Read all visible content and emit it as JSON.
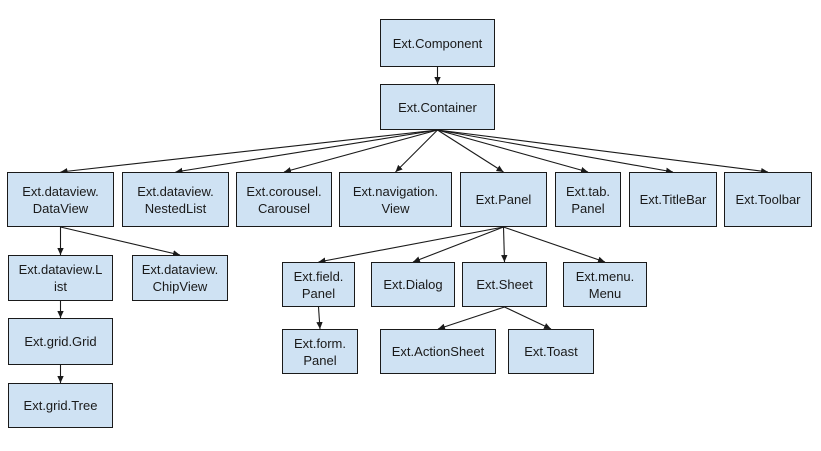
{
  "diagram": {
    "colors": {
      "node_fill": "#cfe2f3",
      "node_border": "#1a1a1a",
      "edge": "#1a1a1a",
      "background": "#ffffff"
    },
    "nodes": {
      "component": "Ext.Component",
      "container": "Ext.Container",
      "dataview": "Ext.dataview.\nDataView",
      "nestedlist": "Ext.dataview.\nNestedList",
      "carousel": "Ext.corousel.\nCarousel",
      "navview": "Ext.navigation.\nView",
      "panel": "Ext.Panel",
      "tabpanel": "Ext.tab.\nPanel",
      "titlebar": "Ext.TitleBar",
      "toolbar": "Ext.Toolbar",
      "list": "Ext.dataview.L\nist",
      "chipview": "Ext.dataview.\nChipView",
      "grid": "Ext.grid.Grid",
      "tree": "Ext.grid.Tree",
      "fieldpanel": "Ext.field.\nPanel",
      "dialog": "Ext.Dialog",
      "sheet": "Ext.Sheet",
      "menu": "Ext.menu.\nMenu",
      "formpanel": "Ext.form.\nPanel",
      "actionsheet": "Ext.ActionSheet",
      "toast": "Ext.Toast"
    },
    "edges": [
      [
        "component",
        "container"
      ],
      [
        "container",
        "dataview"
      ],
      [
        "container",
        "nestedlist"
      ],
      [
        "container",
        "carousel"
      ],
      [
        "container",
        "navview"
      ],
      [
        "container",
        "panel"
      ],
      [
        "container",
        "tabpanel"
      ],
      [
        "container",
        "titlebar"
      ],
      [
        "container",
        "toolbar"
      ],
      [
        "dataview",
        "list"
      ],
      [
        "dataview",
        "chipview"
      ],
      [
        "list",
        "grid"
      ],
      [
        "grid",
        "tree"
      ],
      [
        "panel",
        "fieldpanel"
      ],
      [
        "panel",
        "dialog"
      ],
      [
        "panel",
        "sheet"
      ],
      [
        "panel",
        "menu"
      ],
      [
        "fieldpanel",
        "formpanel"
      ],
      [
        "sheet",
        "actionsheet"
      ],
      [
        "sheet",
        "toast"
      ]
    ]
  }
}
